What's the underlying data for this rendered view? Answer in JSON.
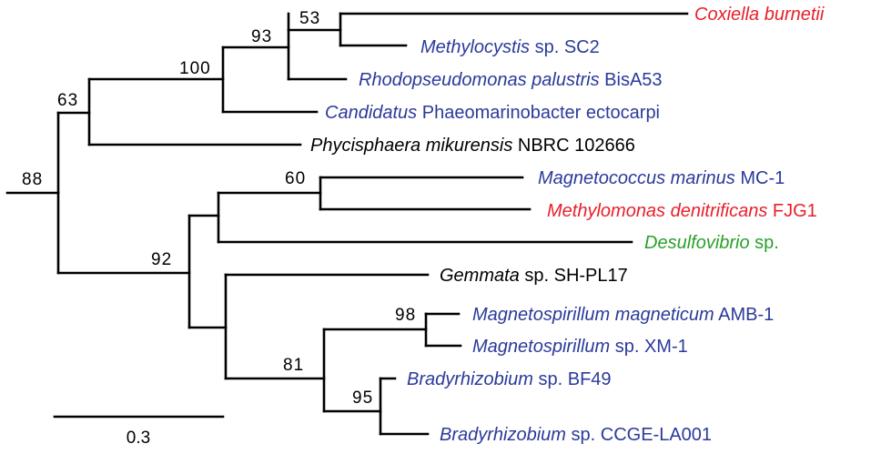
{
  "colors": {
    "blue": "#2b3a9a",
    "red": "#e8202a",
    "green": "#2aa02a",
    "black": "#000000"
  },
  "bootstrap": {
    "n53": "53",
    "n93": "93",
    "n100": "100",
    "n63": "63",
    "n88": "88",
    "n60": "60",
    "n92": "92",
    "n98": "98",
    "n81": "81",
    "n95": "95"
  },
  "taxa": [
    {
      "id": "coxiella",
      "color": "red",
      "parts": [
        {
          "text": "Coxiella burnetii",
          "italic": true
        }
      ]
    },
    {
      "id": "methylocystis",
      "color": "blue",
      "parts": [
        {
          "text": "Methylocystis",
          "italic": true
        },
        {
          "text": " sp. SC2",
          "italic": false
        }
      ]
    },
    {
      "id": "rhodopseudomonas",
      "color": "blue",
      "parts": [
        {
          "text": "Rhodopseudomonas palustris",
          "italic": true
        },
        {
          "text": " BisA53",
          "italic": false
        }
      ]
    },
    {
      "id": "candidatus",
      "color": "blue",
      "parts": [
        {
          "text": "Candidatus",
          "italic": true
        },
        {
          "text": " Phaeomarinobacter ectocarpi",
          "italic": false
        }
      ]
    },
    {
      "id": "phycisphaera",
      "color": "black",
      "parts": [
        {
          "text": "Phycisphaera mikurensis",
          "italic": true
        },
        {
          "text": " NBRC 102666",
          "italic": false
        }
      ]
    },
    {
      "id": "magnetococcus",
      "color": "blue",
      "parts": [
        {
          "text": "Magnetococcus marinus",
          "italic": true
        },
        {
          "text": " MC-1",
          "italic": false
        }
      ]
    },
    {
      "id": "methylomonas",
      "color": "red",
      "parts": [
        {
          "text": "Methylomonas denitrificans",
          "italic": true
        },
        {
          "text": " FJG1",
          "italic": false
        }
      ]
    },
    {
      "id": "desulfovibrio",
      "color": "green",
      "parts": [
        {
          "text": "Desulfovibrio",
          "italic": true
        },
        {
          "text": " sp.",
          "italic": false
        }
      ]
    },
    {
      "id": "gemmata",
      "color": "black",
      "parts": [
        {
          "text": "Gemmata",
          "italic": true
        },
        {
          "text": " sp. SH-PL17",
          "italic": false
        }
      ]
    },
    {
      "id": "magnetospirillum-amb1",
      "color": "blue",
      "parts": [
        {
          "text": "Magnetospirillum magneticum",
          "italic": true
        },
        {
          "text": " AMB-1",
          "italic": false
        }
      ]
    },
    {
      "id": "magnetospirillum-xm1",
      "color": "blue",
      "parts": [
        {
          "text": "Magnetospirillum",
          "italic": true
        },
        {
          "text": " sp. XM-1",
          "italic": false
        }
      ]
    },
    {
      "id": "bradyrhizobium-bf49",
      "color": "blue",
      "parts": [
        {
          "text": "Bradyrhizobium",
          "italic": true
        },
        {
          "text": " sp. BF49",
          "italic": false
        }
      ]
    },
    {
      "id": "bradyrhizobium-ccge",
      "color": "blue",
      "parts": [
        {
          "text": "Bradyrhizobium",
          "italic": true
        },
        {
          "text": " sp. CCGE-LA001",
          "italic": false
        }
      ]
    }
  ],
  "scale_bar": {
    "label": "0.3"
  }
}
